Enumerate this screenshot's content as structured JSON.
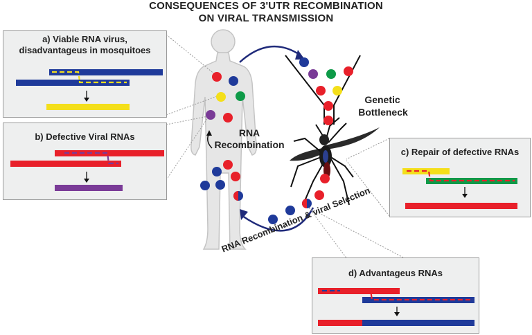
{
  "title": {
    "line1": "CONSEQUENCES OF 3'UTR RECOMBINATION",
    "line2": "ON VIRAL TRANSMISSION"
  },
  "panels": {
    "a": {
      "line1": "a) Viable RNA virus,",
      "line2": "disadvantageus in mosquitoes"
    },
    "b": {
      "title": "b) Defective Viral RNAs"
    },
    "c": {
      "title": "c) Repair of defective RNAs"
    },
    "d": {
      "title": "d) Advantageus RNAs"
    }
  },
  "labels": {
    "bottleneck_line1": "Genetic",
    "bottleneck_line2": "Bottleneck",
    "rna_recomb_line1": "RNA",
    "rna_recomb_line2": "Recombination",
    "curved_label": "RNA Recombination & viral Selection"
  },
  "colors": {
    "red": "#e8202a",
    "blue": "#1f3a9a",
    "yellow": "#f4df1a",
    "green": "#0e9a48",
    "purple": "#7a3b97",
    "arrow": "#1f2a7a",
    "panel_bg": "#eeefef",
    "silhouette": "#e4e4e4"
  },
  "icons": [
    "human-silhouette-icon",
    "mosquito-icon",
    "funnel-icon",
    "curved-arrow-icon"
  ]
}
